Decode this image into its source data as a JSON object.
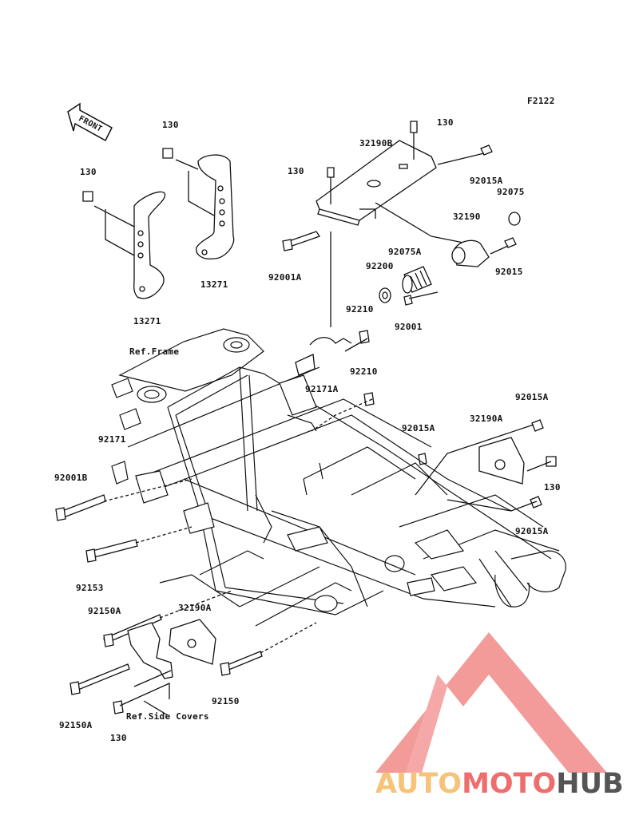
{
  "figure_id": "F2122",
  "front_label": "FRONT",
  "parts": {
    "p130_a": "130",
    "p130_b": "130",
    "p130_c": "130",
    "p130_d": "130",
    "p130_e": "130",
    "p130_f": "130",
    "p32190B": "32190B",
    "p92015A_a": "92015A",
    "p92075": "92075",
    "p32190": "32190",
    "p92075A": "92075A",
    "p92015": "92015",
    "p92200": "92200",
    "p92001A": "92001A",
    "p92001": "92001",
    "p13271_a": "13271",
    "p13271_b": "13271",
    "p92210_a": "92210",
    "p92210_b": "92210",
    "p92171A": "92171A",
    "p92171": "92171",
    "p92001B": "92001B",
    "p92015A_b": "92015A",
    "p32190A_a": "32190A",
    "p92015A_c": "92015A",
    "p92015A_d": "92015A",
    "p92153": "92153",
    "p92150A_a": "92150A",
    "p32190A_b": "32190A",
    "p92150": "92150",
    "p92150A_b": "92150A"
  },
  "refs": {
    "frame": "Ref.Frame",
    "side_covers": "Ref.Side Covers"
  },
  "watermark": {
    "part1": "AUTO",
    "part2": "MOTO",
    "part3": "HUB",
    "color1": "#f7c37a",
    "color2": "#ee6e6e",
    "color3": "#555555",
    "logo_color": "#f08a88"
  }
}
